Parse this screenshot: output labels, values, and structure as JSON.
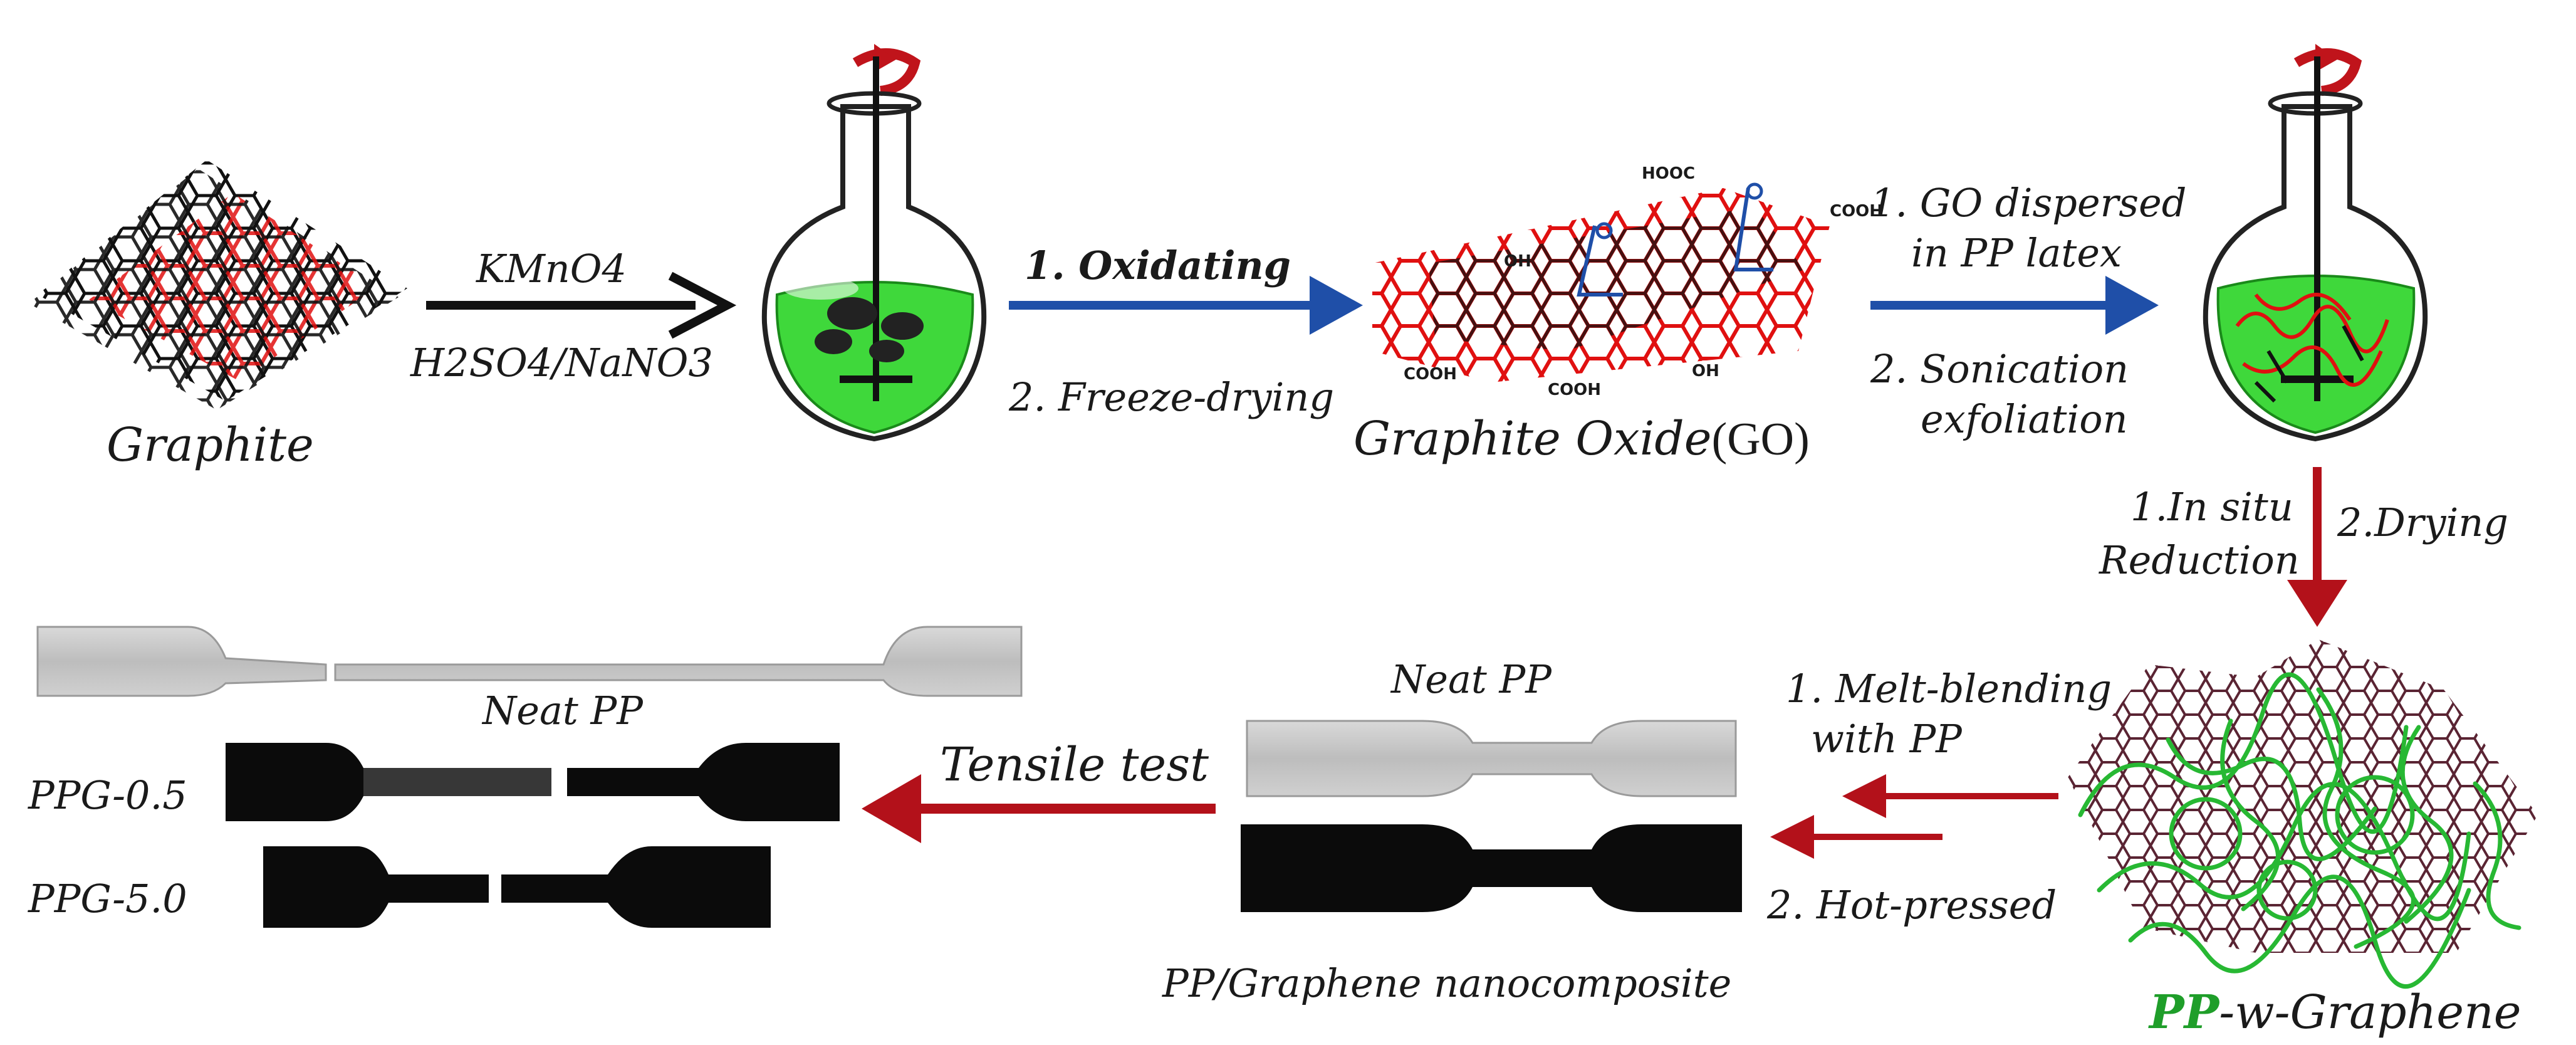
{
  "colors": {
    "black_arrow": "#111111",
    "blue_arrow": "#1f4fa8",
    "red_arrow": "#b3111a",
    "flask_liquid": "#3fd83b",
    "graphene_green": "#1f9e2a",
    "lattice_red": "#e01010",
    "polymer_green": "#27b833",
    "sheet_maroon": "#5a2433"
  },
  "labels": {
    "graphite": "Graphite",
    "reagent_top": "KMnO4",
    "reagent_bottom": "H2SO4/NaNO3",
    "step_oxidating": "1. Oxidating",
    "step_freeze": "2. Freeze-drying",
    "graphite_oxide_main": "Graphite Oxide",
    "graphite_oxide_abbr": "(GO)",
    "go_dispersed_1": "1. GO dispersed",
    "go_dispersed_2": "in PP latex",
    "sonication_1": "2. Sonication",
    "sonication_2": "exfoliation",
    "in_situ_1": "1.In situ",
    "in_situ_2": "Reduction",
    "drying": "2.Drying",
    "pp_prefix": "PP",
    "pp_w_graphene": "-w-Graphene",
    "melt_1": "1. Melt-blending",
    "melt_2": "with PP",
    "hot_pressed": "2. Hot-pressed",
    "neat_pp_middle": "Neat PP",
    "nanocomposite": "PP/Graphene nanocomposite",
    "tensile": "Tensile test",
    "neat_pp_left": "Neat PP",
    "ppg05": "PPG-0.5",
    "ppg50": "PPG-5.0"
  },
  "chem_groups": {
    "hooc": "HOOC",
    "cooh1": "COOH",
    "cooh2": "COOH",
    "cooh3": "COOH",
    "oh1": "OH",
    "oh2": "OH"
  }
}
